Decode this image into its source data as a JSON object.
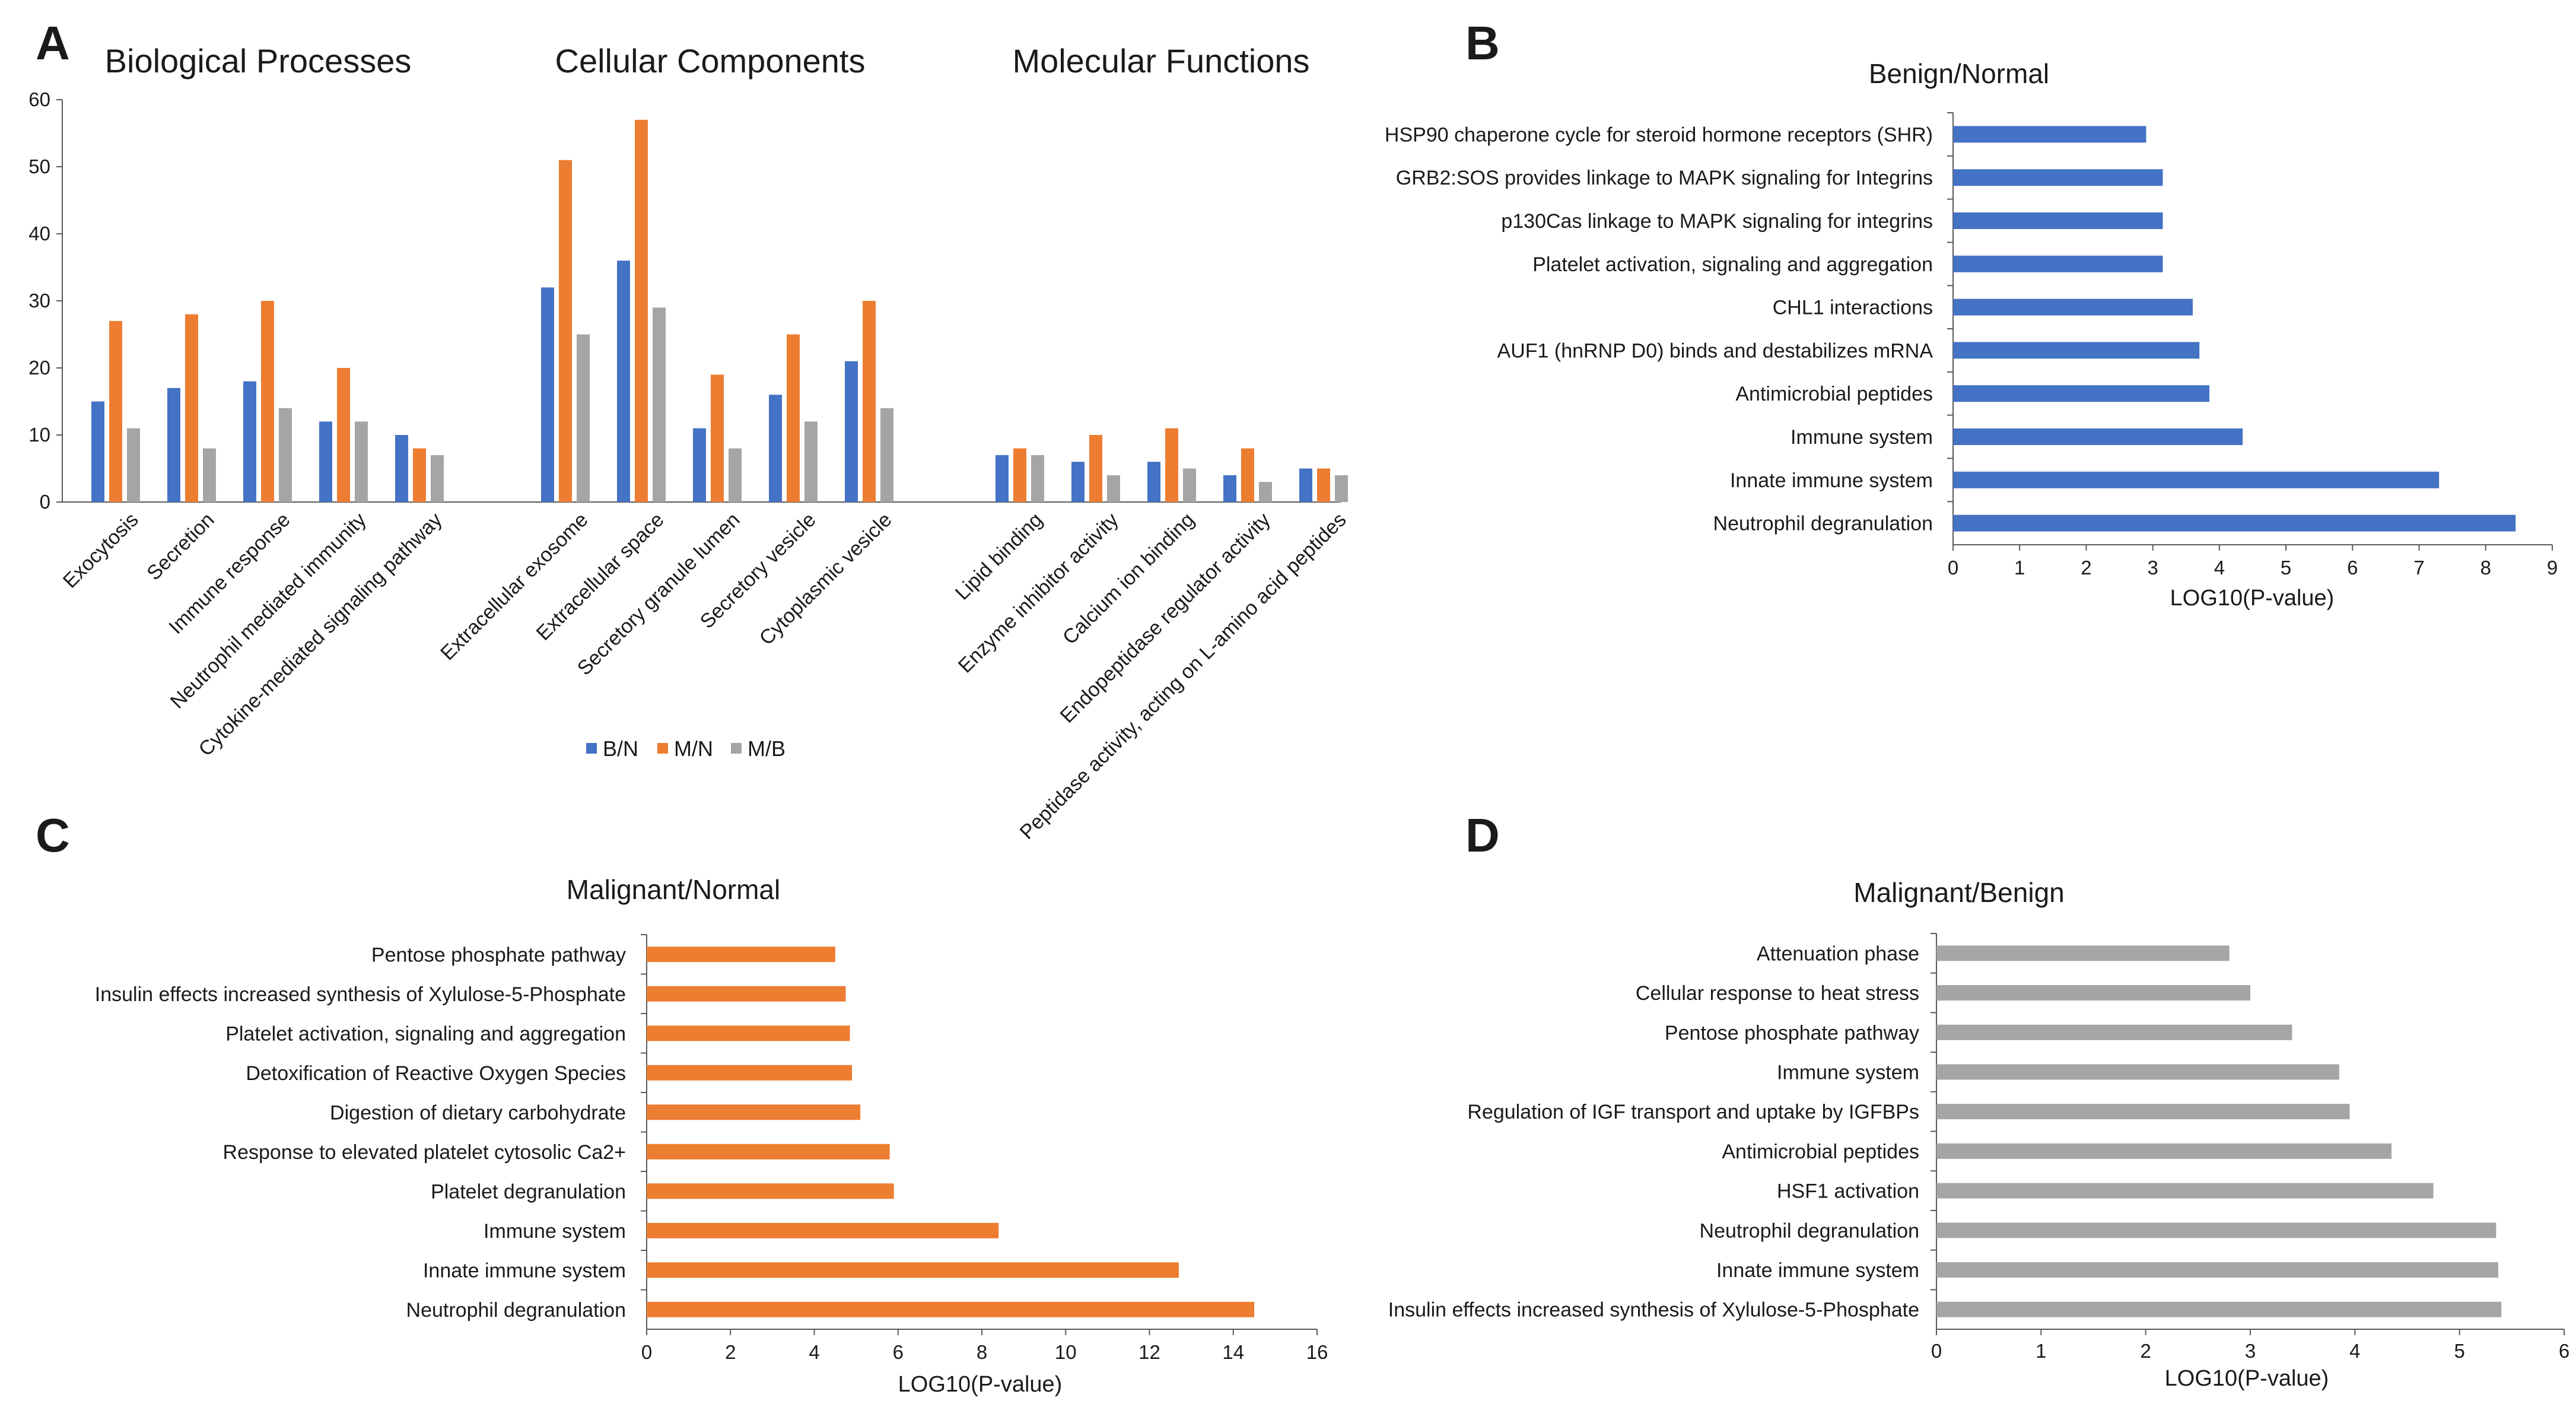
{
  "colors": {
    "bn": "#4472C4",
    "mn": "#ED7D31",
    "mb": "#A5A5A5"
  },
  "chart_data": [
    {
      "panel": "A",
      "type": "bar",
      "group_titles": [
        "Biological Processes",
        "Cellular Components",
        "Molecular Functions"
      ],
      "groups": [
        {
          "title": "Biological Processes",
          "categories": [
            "Exocytosis",
            "Secretion",
            "Immune response",
            "Neutrophil mediated immunity",
            "Cytokine-mediated signaling pathway"
          ]
        },
        {
          "title": "Cellular Components",
          "categories": [
            "Extracellular exosome",
            "Extracellular space",
            "Secretory granule lumen",
            "Secretory vesicle",
            "Cytoplasmic vesicle"
          ]
        },
        {
          "title": "Molecular Functions",
          "categories": [
            "Lipid binding",
            "Enzyme inhibitor activity",
            "Calcium ion binding",
            "Endopeptidase regulator activity",
            "Peptidase activity, acting on L-amino acid peptides"
          ]
        }
      ],
      "categories": [
        "Exocytosis",
        "Secretion",
        "Immune response",
        "Neutrophil mediated immunity",
        "Cytokine-mediated signaling pathway",
        "Extracellular exosome",
        "Extracellular space",
        "Secretory granule lumen",
        "Secretory vesicle",
        "Cytoplasmic vesicle",
        "Lipid binding",
        "Enzyme inhibitor activity",
        "Calcium ion binding",
        "Endopeptidase regulator activity",
        "Peptidase activity, acting on L-amino acid peptides"
      ],
      "series": [
        {
          "name": "B/N",
          "color": "#4472C4",
          "values": [
            15,
            17,
            18,
            12,
            10,
            32,
            36,
            11,
            16,
            21,
            7,
            6,
            6,
            4,
            5
          ]
        },
        {
          "name": "M/N",
          "color": "#ED7D31",
          "values": [
            27,
            28,
            30,
            20,
            8,
            51,
            57,
            19,
            25,
            30,
            8,
            10,
            11,
            8,
            5
          ]
        },
        {
          "name": "M/B",
          "color": "#A5A5A5",
          "values": [
            11,
            8,
            14,
            12,
            7,
            25,
            29,
            8,
            12,
            14,
            7,
            4,
            5,
            3,
            4
          ]
        }
      ],
      "yticks": [
        "0",
        "10",
        "20",
        "30",
        "40",
        "50",
        "60"
      ],
      "ylim": [
        0,
        60
      ],
      "legend": [
        "B/N",
        "M/N",
        "M/B"
      ],
      "legend_position": "bottom-center",
      "grid": false
    },
    {
      "panel": "B",
      "type": "bar",
      "orientation": "horizontal",
      "title": "Benign/Normal",
      "color": "#4472C4",
      "categories": [
        "HSP90 chaperone cycle for steroid hormone receptors (SHR)",
        "GRB2:SOS provides linkage to MAPK signaling for Integrins",
        "p130Cas linkage to MAPK signaling for integrins",
        "Platelet activation, signaling and aggregation",
        "CHL1 interactions",
        "AUF1 (hnRNP D0) binds and destabilizes mRNA",
        "Antimicrobial peptides",
        "Immune system",
        "Innate immune system",
        "Neutrophil degranulation"
      ],
      "values": [
        2.9,
        3.15,
        3.15,
        3.15,
        3.6,
        3.7,
        3.85,
        4.35,
        7.3,
        8.45
      ],
      "xlabel": "LOG10(P-value)",
      "xlim": [
        0,
        9
      ],
      "xticks": [
        "0",
        "1",
        "2",
        "3",
        "4",
        "5",
        "6",
        "7",
        "8",
        "9"
      ],
      "grid": false
    },
    {
      "panel": "C",
      "type": "bar",
      "orientation": "horizontal",
      "title": "Malignant/Normal",
      "color": "#ED7D31",
      "categories": [
        "Pentose phosphate pathway",
        "Insulin effects increased synthesis of Xylulose-5-Phosphate",
        "Platelet activation, signaling and aggregation",
        "Detoxification of Reactive Oxygen Species",
        "Digestion of dietary carbohydrate",
        "Response to elevated platelet cytosolic Ca2+",
        "Platelet degranulation ",
        "Immune system",
        "Innate immune system",
        "Neutrophil degranulation"
      ],
      "values": [
        4.5,
        4.75,
        4.85,
        4.9,
        5.1,
        5.8,
        5.9,
        8.4,
        12.7,
        14.5
      ],
      "xlabel": "LOG10(P-value)",
      "xlim": [
        0,
        16
      ],
      "xticks": [
        "0",
        "2",
        "4",
        "6",
        "8",
        "10",
        "12",
        "14",
        "16"
      ],
      "grid": false
    },
    {
      "panel": "D",
      "type": "bar",
      "orientation": "horizontal",
      "title": "Malignant/Benign",
      "color": "#A5A5A5",
      "categories": [
        "Attenuation phase",
        "Cellular response to heat stress",
        "Pentose phosphate pathway",
        "Immune system",
        "Regulation of IGF transport and uptake by IGFBPs",
        "Antimicrobial peptides",
        "HSF1 activation",
        "Neutrophil degranulation",
        "Innate immune system",
        "Insulin effects increased synthesis of Xylulose-5-Phosphate"
      ],
      "values": [
        2.8,
        3.0,
        3.4,
        3.85,
        3.95,
        4.35,
        4.75,
        5.35,
        5.37,
        5.4
      ],
      "xlabel": "LOG10(P-value)",
      "xlim": [
        0,
        6
      ],
      "xticks": [
        "0",
        "1",
        "2",
        "3",
        "4",
        "5",
        "6"
      ],
      "grid": false
    }
  ]
}
